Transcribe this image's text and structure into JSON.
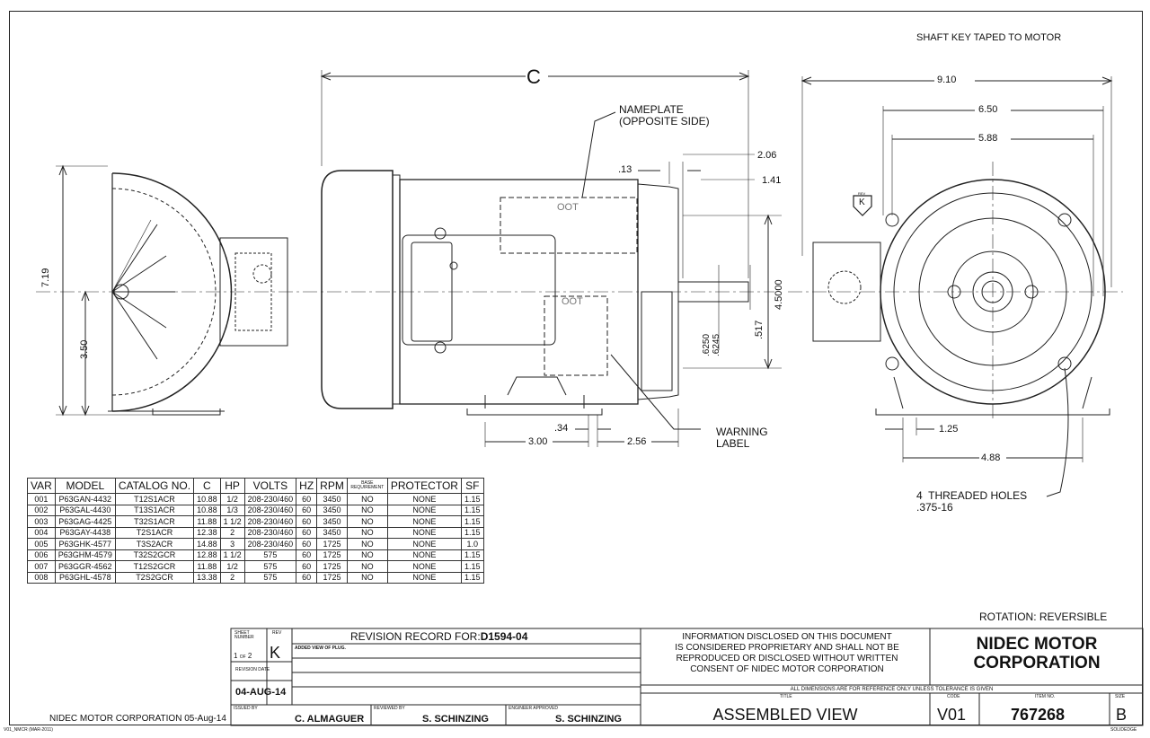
{
  "notes": {
    "shaft_key": "SHAFT KEY TAPED TO MOTOR",
    "nameplate": "NAMEPLATE\n(OPPOSITE SIDE)",
    "warning": "WARNING\nLABEL",
    "threaded_holes": "4  THREADED HOLES\n.375-16",
    "rotation": "ROTATION:  REVERSIBLE",
    "rev_flag": "K",
    "rev_flag_top": "REV"
  },
  "dimensions": {
    "c": "C",
    "d_913": "9.10",
    "d_650": "6.50",
    "d_588": "5.88",
    "d_206": "2.06",
    "d_141": "1.41",
    "d_13": ".13",
    "d_719": "7.19",
    "d_350": "3.50",
    "d_45000": "4.5000",
    "d_517": ".517",
    "d_6250": ".6250",
    "d_6245": ".6245",
    "d_34": ".34",
    "d_300": "3.00",
    "d_256": "2.56",
    "d_125": "1.25",
    "d_488": "4.88",
    "oot1": "OOT",
    "oot2": "OOT"
  },
  "table": {
    "headers": [
      "VAR",
      "MODEL",
      "CATALOG NO.",
      "C",
      "HP",
      "VOLTS",
      "HZ",
      "RPM",
      "BASE REQUIREMENT",
      "PROTECTOR",
      "SF"
    ],
    "rows": [
      [
        "001",
        "P63GAN-4432",
        "T12S1ACR",
        "10.88",
        "1/2",
        "208-230/460",
        "60",
        "3450",
        "NO",
        "NONE",
        "1.15"
      ],
      [
        "002",
        "P63GAL-4430",
        "T13S1ACR",
        "10.88",
        "1/3",
        "208-230/460",
        "60",
        "3450",
        "NO",
        "NONE",
        "1.15"
      ],
      [
        "003",
        "P63GAG-4425",
        "T32S1ACR",
        "11.88",
        "1 1/2",
        "208-230/460",
        "60",
        "3450",
        "NO",
        "NONE",
        "1.15"
      ],
      [
        "004",
        "P63GAY-4438",
        "T2S1ACR",
        "12.38",
        "2",
        "208-230/460",
        "60",
        "3450",
        "NO",
        "NONE",
        "1.15"
      ],
      [
        "005",
        "P63GHK-4577",
        "T3S2ACR",
        "14.88",
        "3",
        "208-230/460",
        "60",
        "1725",
        "NO",
        "NONE",
        "1.0"
      ],
      [
        "006",
        "P63GHM-4579",
        "T32S2GCR",
        "12.88",
        "1 1/2",
        "575",
        "60",
        "1725",
        "NO",
        "NONE",
        "1.15"
      ],
      [
        "007",
        "P63GGR-4562",
        "T12S2GCR",
        "11.88",
        "1/2",
        "575",
        "60",
        "1725",
        "NO",
        "NONE",
        "1.15"
      ],
      [
        "008",
        "P63GHL-4578",
        "T2S2GCR",
        "13.38",
        "2",
        "575",
        "60",
        "1725",
        "NO",
        "NONE",
        "1.15"
      ]
    ]
  },
  "title_block": {
    "sheet_number_label": "SHEET NUMBER",
    "sheet_number": "1",
    "sheet_of": "OF",
    "sheet_total": "2",
    "rev_label": "REV",
    "rev": "K",
    "revision_date_label": "REVISION DATE",
    "revision_date": "04-AUG-14",
    "revision_record_label": "REVISION RECORD FOR:",
    "revision_record_doc": "D1594-04",
    "revision_note": "ADDED VIEW OF PLUG.",
    "issued_by_label": "ISSUED BY",
    "issued_by": "C. ALMAGUER",
    "reviewed_by_label": "REVIEWED BY",
    "reviewed_by": "S. SCHINZING",
    "engineer_label": "ENGINEER APPROVED",
    "engineer": "S. SCHINZING",
    "company_footer": "NIDEC MOTOR CORPORATION 05-Aug-14",
    "proprietary": "INFORMATION DISCLOSED ON THIS DOCUMENT\nIS CONSIDERED PROPRIETARY AND SHALL NOT BE\nREPRODUCED OR DISCLOSED WITHOUT WRITTEN\nCONSENT OF NIDEC MOTOR CORPORATION",
    "company": "NIDEC MOTOR\nCORPORATION",
    "tolerance": "ALL DIMENSIONS ARE FOR REFERENCE ONLY UNLESS TOLERANCE IS GIVEN",
    "title_label": "TITLE",
    "title": "ASSEMBLED VIEW",
    "code_label": "CODE",
    "code": "V01",
    "item_label": "ITEM NO.",
    "item": "767268",
    "size_label": "SIZE",
    "size": "B",
    "form_id": "V01_NMCR (MAR-2011)",
    "cad": "SOLIDEDGE"
  }
}
